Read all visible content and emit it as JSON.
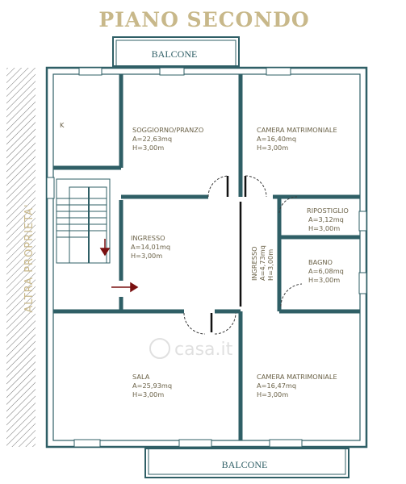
{
  "title": "PIANO SECONDO",
  "side_label": "ALTRA PROPRIETA'",
  "balcony_top": "BALCONE",
  "balcony_bottom": "BALCONE",
  "watermark": "casa.it",
  "kitchen_mark": "K",
  "rooms": {
    "soggiorno": {
      "name": "SOGGIORNO/PRANZO",
      "area": "A=22,63mq",
      "height": "H=3,00m"
    },
    "camera1": {
      "name": "CAMERA MATRIMONIALE",
      "area": "A=16,40mq",
      "height": "H=3,00m"
    },
    "ripostiglio": {
      "name": "RIPOSTIGLIO",
      "area": "A=3,12mq",
      "height": "H=3,00m"
    },
    "ingresso1": {
      "name": "INGRESSO",
      "area": "A=14,01mq",
      "height": "H=3,00m"
    },
    "ingresso2": {
      "name": "INGRESSO",
      "area": "A=4,73mq",
      "height": "H=3,00m"
    },
    "bagno": {
      "name": "BAGNO",
      "area": "A=6,08mq",
      "height": "H=3,00m"
    },
    "sala": {
      "name": "SALA",
      "area": "A=25,93mq",
      "height": "H=3,00m"
    },
    "camera2": {
      "name": "CAMERA MATRIMONIALE",
      "area": "A=16,47mq",
      "height": "H=3,00m"
    }
  },
  "colors": {
    "wall": "#2f5f66",
    "text": "#6b6248",
    "title": "#c8b88a",
    "arrow": "#7a1010"
  }
}
